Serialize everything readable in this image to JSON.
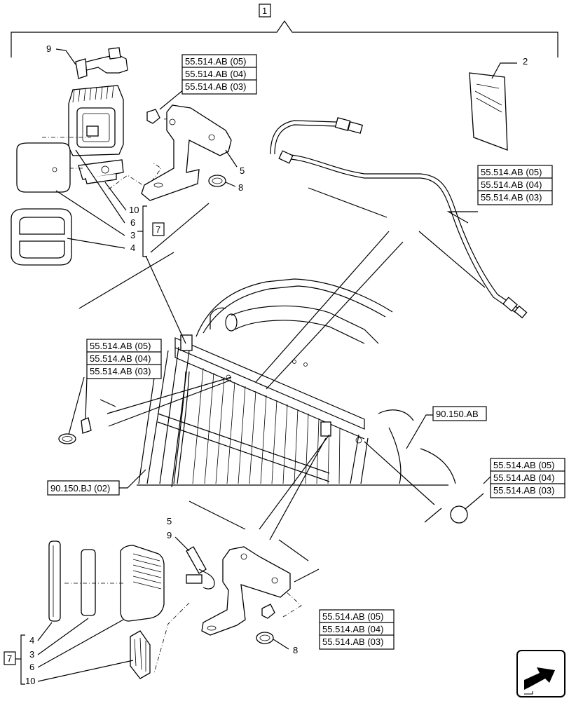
{
  "top_callout": "1",
  "ref_group": [
    "55.514.AB (05)",
    "55.514.AB (04)",
    "55.514.AB (03)"
  ],
  "ref_90150ab": "90.150.AB",
  "ref_90150bj": "90.150.BJ (02)",
  "kit_box": "7",
  "callouts": {
    "n2": "2",
    "n5a": "5",
    "n8a": "8",
    "n9a": "9",
    "n10a": "10",
    "n6a": "6",
    "n3a": "3",
    "n4a": "4",
    "n5b": "5",
    "n9b": "9",
    "n8b": "8",
    "n4b": "4",
    "n3b": "3",
    "n6b": "6",
    "n10b": "10"
  }
}
